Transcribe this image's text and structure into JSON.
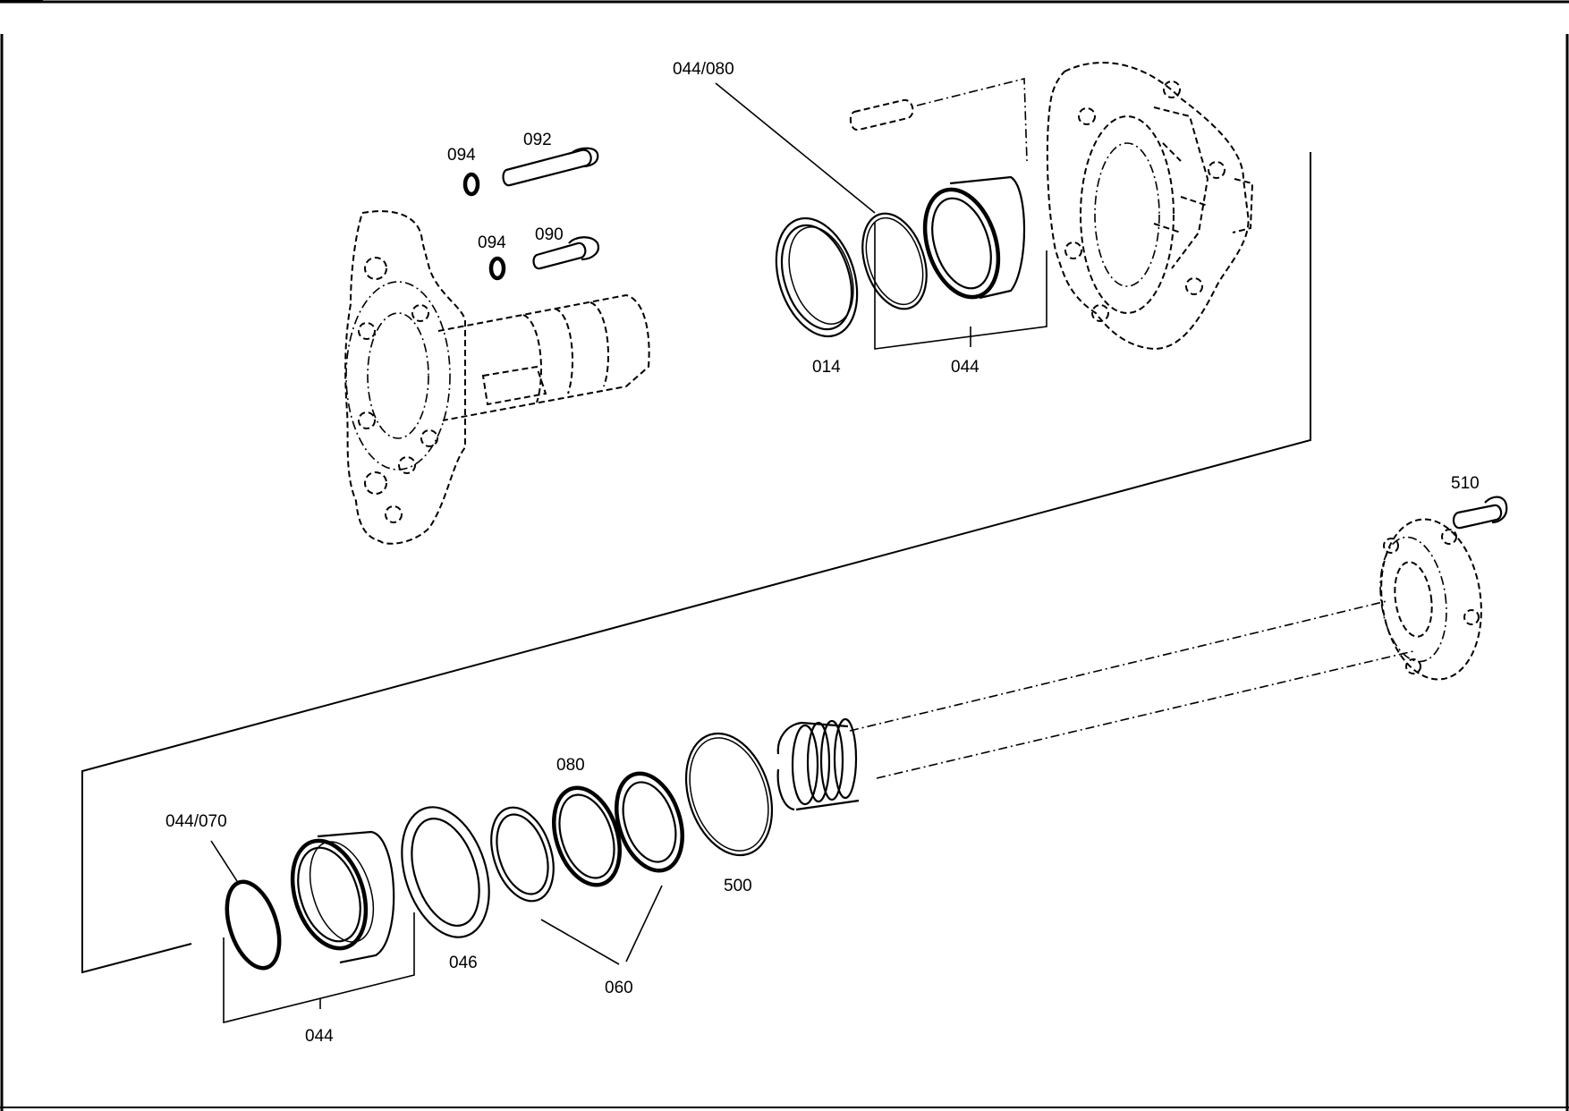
{
  "diagram": {
    "labels": {
      "l_094a": "094",
      "l_092": "092",
      "l_094b": "094",
      "l_090": "090",
      "l_044_080": "044/080",
      "l_014": "014",
      "l_044a": "044",
      "l_510": "510",
      "l_080": "080",
      "l_044_070": "044/070",
      "l_500": "500",
      "l_046": "046",
      "l_060": "060",
      "l_044b": "044"
    }
  }
}
